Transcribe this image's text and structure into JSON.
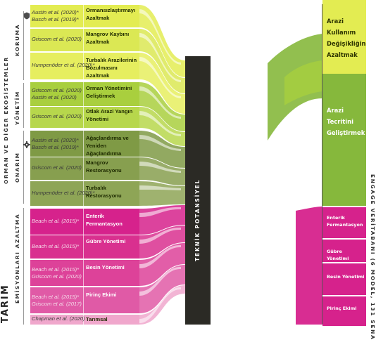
{
  "groups": {
    "orman": "ORMAN VE DİĞER EKOSİSTEMLER",
    "tarim": "TARIM",
    "tarim_sub": "EMİSYONLARI AZALTMA",
    "koruma": "KORUMA",
    "yonetim": "YÖNETİM",
    "onarim": "ONARIM"
  },
  "center_bar_label": "TEKNİK POTANSİYEL",
  "right_axis_label": "ENGAGE VERİTABANI (6 MODEL, 131 SENA",
  "rows": [
    {
      "cite_1": "Austin et al. (2020)*",
      "cite_2": "Busch et al. (2019)*",
      "measure": "Ormansızlaştırmayı Azaltmak",
      "color": "#e3ec52"
    },
    {
      "cite_1": "Griscom et al. (2020)",
      "cite_2": "",
      "measure": "Mangrov Kaybını Azaltmak",
      "color": "#dbe854"
    },
    {
      "cite_1": "Humpenöder et al. (2020)*",
      "cite_2": "",
      "measure": "Turbalık Arazilerinin Bozulmasını Azaltmak",
      "color": "#e6ee5f"
    },
    {
      "cite_1": "Griscom et al. (2020)",
      "cite_2": "Austin et al. (2020)",
      "measure": "Orman Yönetimini Geliştirmek",
      "color": "#a9cf3e"
    },
    {
      "cite_1": "Griscom et al. (2020)",
      "cite_2": "",
      "measure": "Otlak Arazi Yangın Yönetimi",
      "color": "#b7d74c"
    },
    {
      "cite_1": "Austin et al. (2020)*",
      "cite_2": "Busch et al. (2019)*",
      "measure": "Ağaçlandırma ve Yeniden Ağaçlandırma",
      "color": "#7f9a45"
    },
    {
      "cite_1": "Griscom et al. (2020)",
      "cite_2": "",
      "measure": "Mangrov Restorasyonu",
      "color": "#879f4f"
    },
    {
      "cite_1": "Humpenöder et al. (2020)*",
      "cite_2": "",
      "measure": "Turbalık Restorasyonu",
      "color": "#8ea556"
    },
    {
      "cite_1": "Beach et al. (2015)*",
      "cite_2": "",
      "measure": "Enterik Fermantasyon",
      "color": "#d6228c"
    },
    {
      "cite_1": "Beach et al. (2015)*",
      "cite_2": "",
      "measure": "Gübre Yönetimi",
      "color": "#d9308f"
    },
    {
      "cite_1": "Beach et al. (2015)*",
      "cite_2": "Griscom et al. (2020)",
      "measure": "Besin Yönetimi",
      "color": "#dd4299"
    },
    {
      "cite_1": "Beach et al. (2015)*",
      "cite_2": "Griscom et al. (2017)",
      "measure": "Pirinç Ekimi",
      "color": "#e05aa6"
    },
    {
      "cite_1": "Chapman et al. (2020)",
      "cite_2": "",
      "measure": "Tarımsal",
      "color": "#f0a7cc"
    }
  ],
  "right_segments": [
    {
      "label": "Arazi Kullanım Değişikliğini Azaltmak",
      "color": "#e3ec52"
    },
    {
      "label": "Arazi Tecritini Geliştirmek",
      "color": "#86b83c"
    },
    {
      "label": "Enterik Fermantasyon",
      "color": "#d6228c"
    },
    {
      "label": "Gübre Yönetimi",
      "color": "#d6228c"
    },
    {
      "label": "Besin Yönetimi",
      "color": "#d6228c"
    },
    {
      "label": "Pirinç Ekimi",
      "color": "#d6228c"
    }
  ],
  "colors": {
    "center_bar": "#2b2a25",
    "divider": "#9a9a9a"
  },
  "icons": {
    "koruma": "shield-icon",
    "onarim": "gear-icon"
  }
}
